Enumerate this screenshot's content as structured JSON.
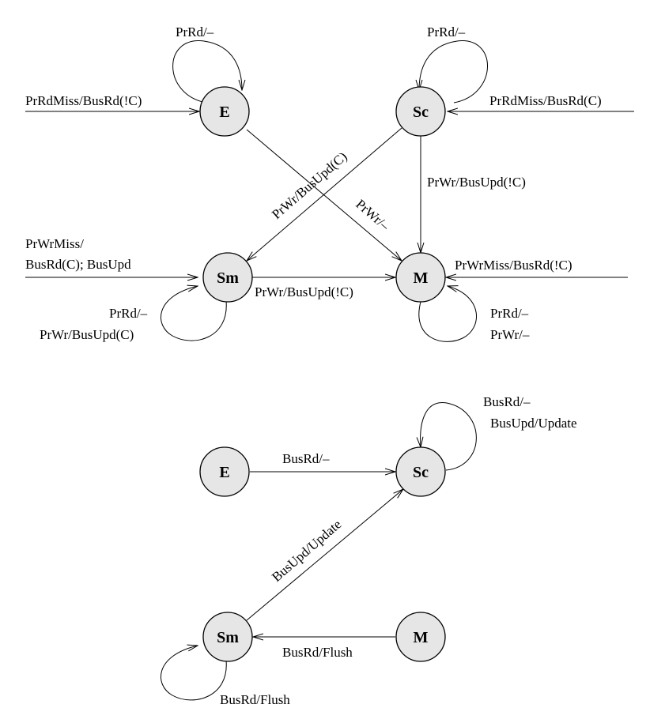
{
  "top_diagram": {
    "states": {
      "E": "E",
      "Sc": "Sc",
      "Sm": "Sm",
      "M": "M"
    },
    "labels": {
      "e_self": "PrRd/–",
      "e_in": "PrRdMiss/BusRd(!C)",
      "sc_self": "PrRd/–",
      "sc_in": "PrRdMiss/BusRd(C)",
      "sc_to_m": "PrWr/BusUpd(!C)",
      "sc_to_sm": "PrWr/BusUpd(C)",
      "e_to_m": "PrWr/–",
      "sm_in_line1": "PrWrMiss/",
      "sm_in_line2": "BusRd(C); BusUpd",
      "sm_to_m": "PrWr/BusUpd(!C)",
      "sm_self_line1": "PrRd/–",
      "sm_self_line2": "PrWr/BusUpd(C)",
      "m_in": "PrWrMiss/BusRd(!C)",
      "m_self_line1": "PrRd/–",
      "m_self_line2": "PrWr/–"
    }
  },
  "bottom_diagram": {
    "states": {
      "E": "E",
      "Sc": "Sc",
      "Sm": "Sm",
      "M": "M"
    },
    "labels": {
      "e_to_sc": "BusRd/–",
      "sc_self_line1": "BusRd/–",
      "sc_self_line2": "BusUpd/Update",
      "sm_to_sc": "BusUpd/Update",
      "m_to_sm": "BusRd/Flush",
      "sm_self": "BusRd/Flush"
    }
  }
}
